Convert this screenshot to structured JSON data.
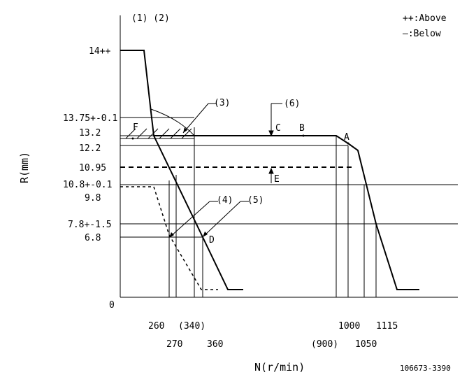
{
  "header": {
    "left_labels": "(1) (2)",
    "legend_above": "++:Above",
    "legend_below": "—:Below"
  },
  "axes": {
    "y_title": "R(mm)",
    "x_title": "N(r/min)"
  },
  "y_labels": {
    "r14": "14++",
    "r1375": "13.75+-0.1",
    "r132": "13.2",
    "r122": "12.2",
    "r1095": "10.95",
    "r108": "10.8+-0.1",
    "r98": "9.8",
    "r78": "7.8+-1.5",
    "r68": "6.8",
    "r0": "0"
  },
  "x_labels": {
    "n260": "260",
    "n270": "270",
    "n340": "(340)",
    "n360": "360",
    "n900": "(900)",
    "n1000": "1000",
    "n1050": "1050",
    "n1115": "1115"
  },
  "callouts": {
    "c3": "(3)",
    "c4": "(4)",
    "c5": "(5)",
    "c6": "(6)"
  },
  "points": {
    "A": "A",
    "B": "B",
    "C": "C",
    "D": "D",
    "E": "E",
    "F": "F"
  },
  "doc_code": "106673-3390"
}
